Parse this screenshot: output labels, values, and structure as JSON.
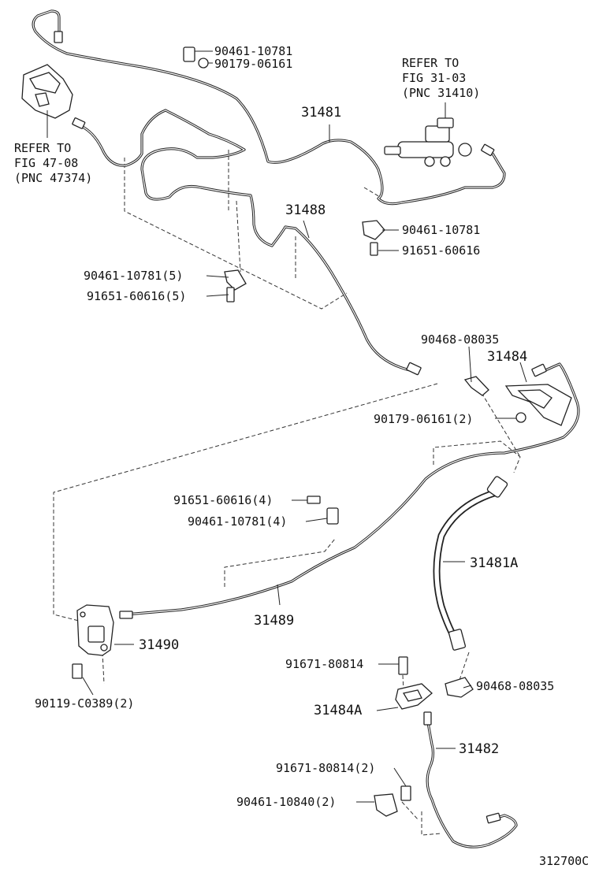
{
  "diagram": {
    "refs": {
      "fig4708": [
        "REFER TO",
        "FIG 47-08",
        "(PNC 47374)"
      ],
      "fig3103": [
        "REFER TO",
        "FIG 31-03",
        "(PNC 31410)"
      ]
    },
    "labels": {
      "p31481": "31481",
      "p31488": "31488",
      "p31484": "31484",
      "p31481A": "31481A",
      "p31489": "31489",
      "p31490": "31490",
      "p31484A": "31484A",
      "p31482": "31482",
      "clamp_top": "90461-10781",
      "nut_top": "90179-06161",
      "clamp_right": "90461-10781",
      "bolt_right": "91651-60616",
      "clamp_left5": "90461-10781(5)",
      "bolt_left5": "91651-60616(5)",
      "clip_mid": "90468-08035",
      "nut_mid2": "90179-06161(2)",
      "bolt_mid4": "91651-60616(4)",
      "clamp_mid4": "90461-10781(4)",
      "bolt_lower": "91671-80814",
      "clip_lower": "90468-08035",
      "bolt_90119": "90119-C0389(2)",
      "bolt_lower2": "91671-80814(2)",
      "clamp_10840": "90461-10840(2)"
    },
    "figure_code": "312700C"
  }
}
